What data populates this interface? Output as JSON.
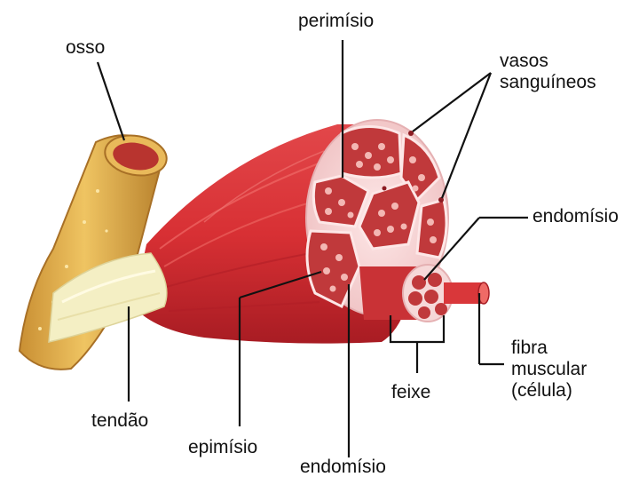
{
  "labels": {
    "osso": "osso",
    "perimisio": "perimísio",
    "vasos_line1": "vasos",
    "vasos_line2": "sanguíneos",
    "endomisio_right": "endomísio",
    "fibra_line1": "fibra",
    "fibra_line2": "muscular",
    "fibra_line3": "(célula)",
    "feixe": "feixe",
    "tendao": "tendão",
    "epimisio": "epimísio",
    "endomisio_bottom": "endomísio"
  },
  "colors": {
    "bone": "#e6b34f",
    "bone_shadow": "#b9822c",
    "marrow": "#b8342f",
    "tendon": "#f4efc4",
    "muscle": "#d9373a",
    "muscle_dark": "#a71f26",
    "muscle_light": "#ef6a66",
    "sheath": "#f6d8d8",
    "fascicle": "#c0393b",
    "fiber_dot": "#f3b7b3",
    "line": "#111111"
  }
}
